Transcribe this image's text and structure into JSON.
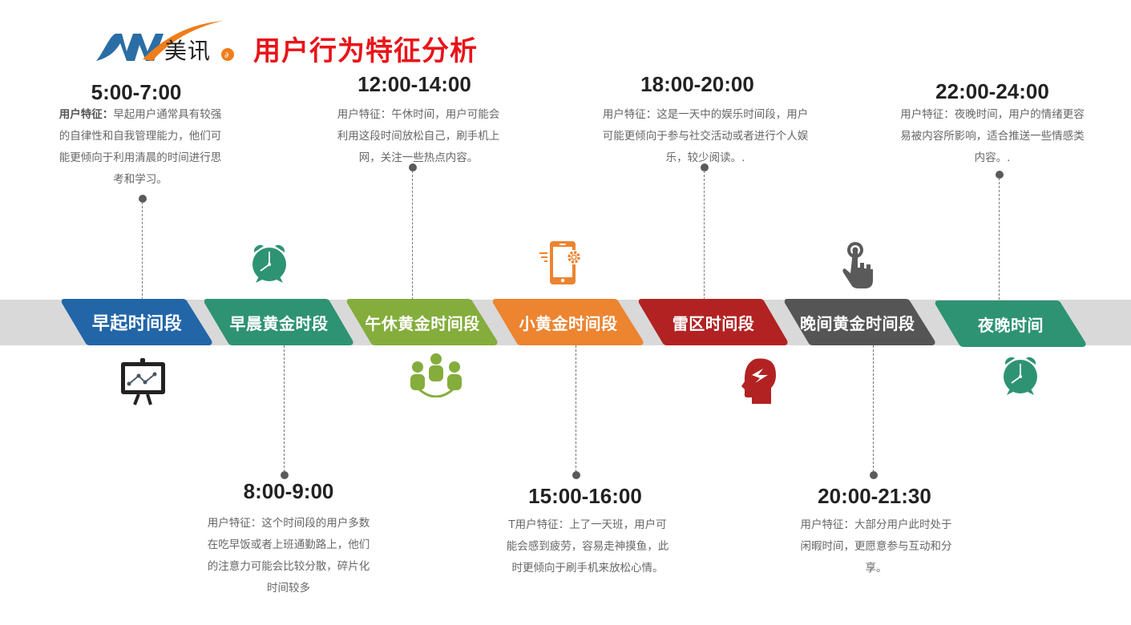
{
  "header": {
    "logo_text": "美讯",
    "title": "用户行为特征分析"
  },
  "colors": {
    "title_red": "#e8141a",
    "band_gray": "#d9d9d9",
    "blue": "#2266a8",
    "teal": "#2e9373",
    "green": "#84ad3c",
    "orange": "#ec8430",
    "red": "#b22222",
    "gray": "#555555"
  },
  "segments": [
    {
      "label": "早起时间段",
      "color": "#2266a8"
    },
    {
      "label": "早晨黄金时段",
      "color": "#2e9373"
    },
    {
      "label": "午休黄金时间段",
      "color": "#84ad3c"
    },
    {
      "label": "小黄金时间段",
      "color": "#ec8430"
    },
    {
      "label": "雷区时间段",
      "color": "#b22222"
    },
    {
      "label": "晚间黄金时间段",
      "color": "#555555"
    },
    {
      "label": "夜晚时间",
      "color": "#2e9373"
    }
  ],
  "periods": [
    {
      "time": "5:00-7:00",
      "desc_prefix": "用户特征：",
      "desc": "早起用户通常具有较强的自律性和自我管理能力，他们可能更倾向于利用清晨的时间进行思考和学习。",
      "icon": "presentation-chart-icon"
    },
    {
      "time": "8:00-9:00",
      "desc": "用户特征：这个时间段的用户多数在吃早饭或者上班通勤路上，他们的注意力可能会比较分散，碎片化时间较多",
      "icon": "alarm-clock-icon"
    },
    {
      "time": "12:00-14:00",
      "desc": "用户特征：午休时间，用户可能会利用这段时间放松自己，刷手机上网，关注一些热点内容。",
      "icon": "group-people-icon"
    },
    {
      "time": "15:00-16:00",
      "desc": "T用户特征：上了一天班，用户可能会感到疲劳，容易走神摸鱼，此时更倾向于刷手机来放松心情。",
      "icon": "mobile-settings-icon"
    },
    {
      "time": "18:00-20:00",
      "desc": "用户特征：这是一天中的娱乐时间段，用户可能更倾向于参与社交活动或者进行个人娱乐，较少阅读。.",
      "icon": "head-lightning-icon"
    },
    {
      "time": "20:00-21:30",
      "desc": "用户特征：大部分用户此时处于闲暇时间，更愿意参与互动和分享。",
      "icon": "hand-tap-icon"
    },
    {
      "time": "22:00-24:00",
      "desc": "用户特征：夜晚时间，用户的情绪更容易被内容所影响，适合推送一些情感类内容。.",
      "icon": "alarm-clock-icon"
    }
  ]
}
